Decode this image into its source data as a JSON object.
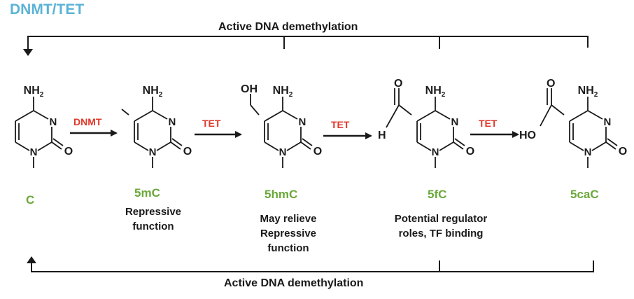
{
  "header": {
    "title": "DNMT/TET",
    "top_cycle_label": "Active DNA demethylation",
    "bottom_cycle_label": "Active DNA demethylation"
  },
  "enzymes": {
    "step1": "DNMT",
    "step2": "TET",
    "step3": "TET",
    "step4": "TET"
  },
  "molecules": [
    {
      "name": "C",
      "description": []
    },
    {
      "name": "5mC",
      "description": [
        "Repressive",
        "function"
      ]
    },
    {
      "name": "5hmC",
      "description": [
        "May relieve",
        "Repressive",
        "function"
      ]
    },
    {
      "name": "5fC",
      "description": [
        "Potential regulator",
        "roles, TF binding"
      ]
    },
    {
      "name": "5caC",
      "description": []
    }
  ],
  "atoms": {
    "amine": "NH",
    "amine_sub": "2",
    "nitrogen": "N",
    "oxygen": "O",
    "hydroxyl": "OH",
    "hydrogen": "H",
    "carboxyl_oh": "HO"
  },
  "colors": {
    "title": "#5bb3d6",
    "molecule_name": "#6aa83a",
    "enzyme": "#e0392b",
    "line": "#1a1a1a"
  }
}
